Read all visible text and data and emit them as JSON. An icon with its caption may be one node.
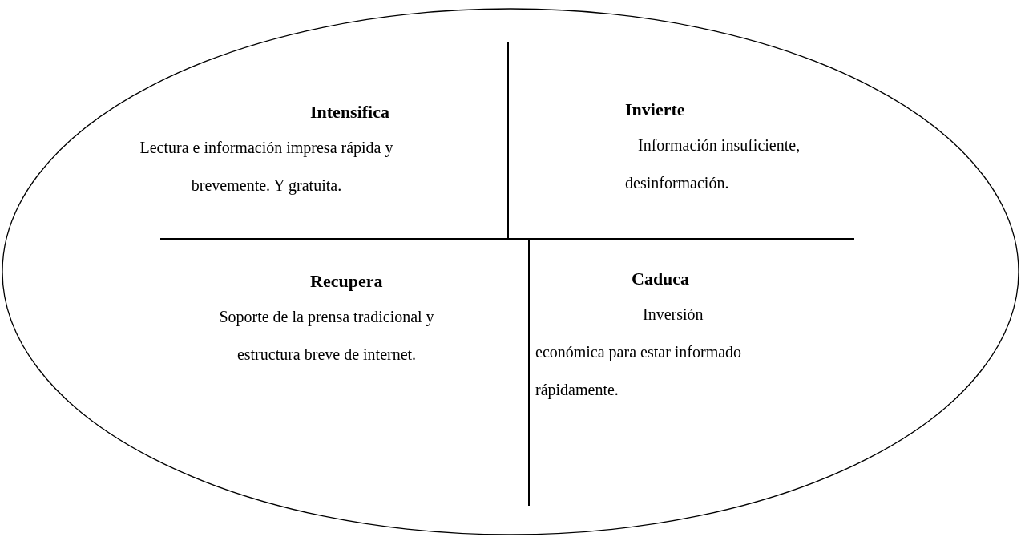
{
  "diagram": {
    "nodes": [
      {
        "text": [],
        "shape": "ellipse"
      },
      {
        "text": [
          "Intensifica",
          "Lectura e información impresa rápida y brevemente. Y gratuita."
        ],
        "in": 0
      },
      {
        "text": [
          "Invierte",
          "Información insuficiente, desinformación."
        ],
        "in": 0
      },
      {
        "text": [
          "Recupera",
          "Soporte de la prensa tradicional y estructura breve de internet."
        ],
        "in": 0
      },
      {
        "text": [
          "Caduca",
          "Inversión económica para estar informado rápidamente."
        ],
        "in": 0
      }
    ]
  }
}
